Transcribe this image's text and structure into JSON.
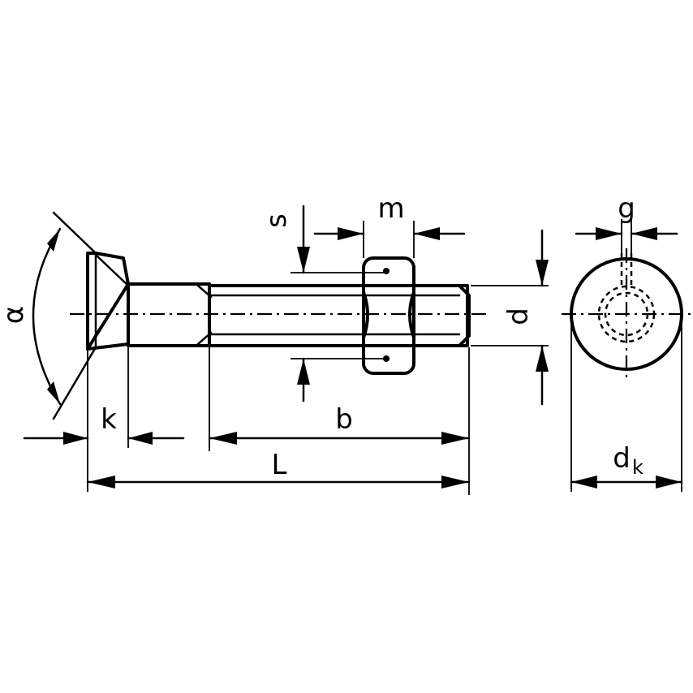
{
  "labels": {
    "alpha": "α",
    "k": "k",
    "b": "b",
    "L": "L",
    "s": "s",
    "m": "m",
    "d": "d",
    "g": "g",
    "dk_main": "d",
    "dk_sub": "k"
  }
}
